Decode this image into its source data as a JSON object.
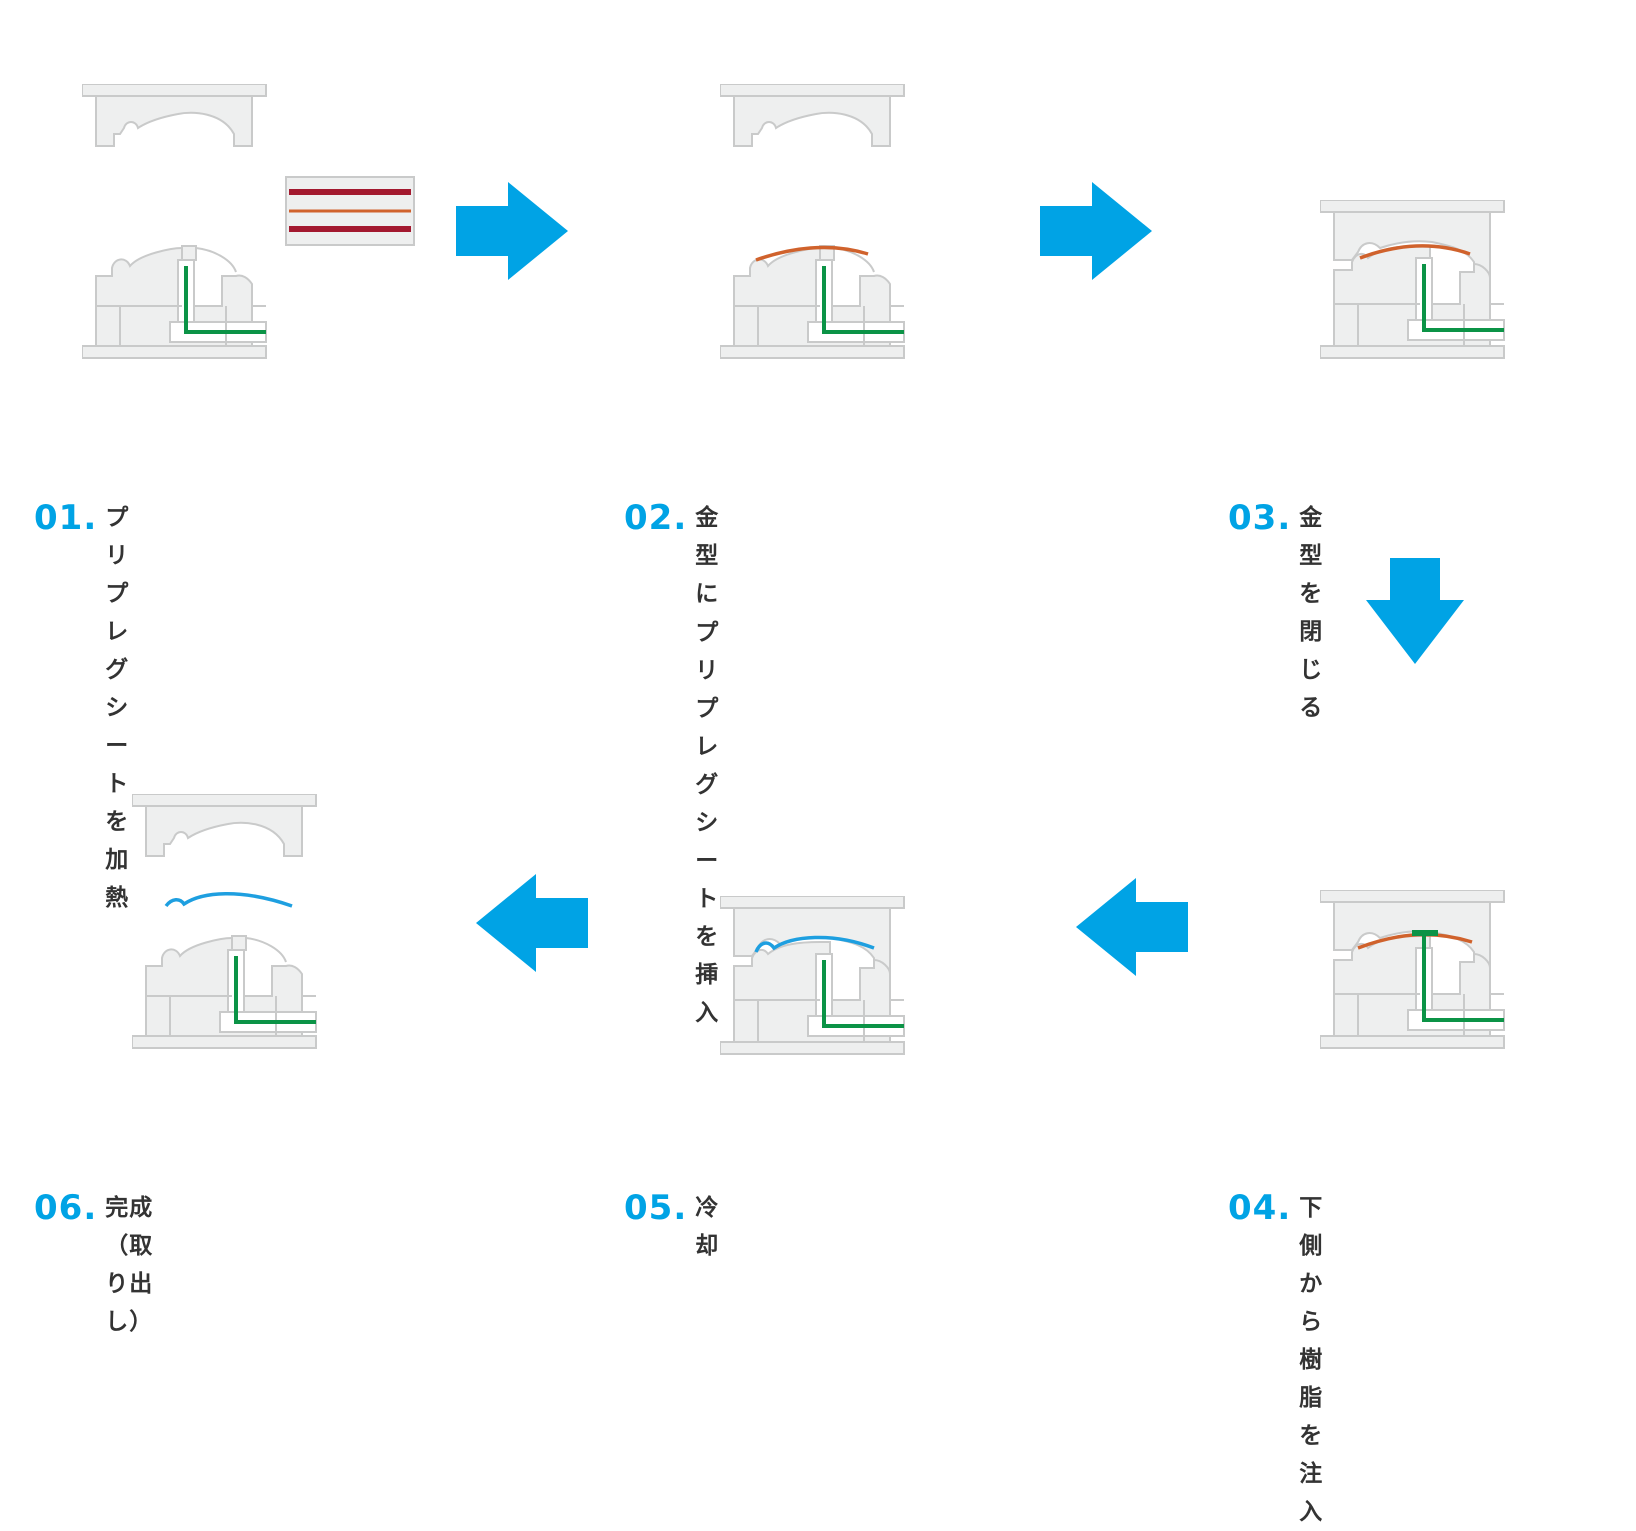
{
  "colors": {
    "accent": "#00a3e5",
    "mold_fill": "#eeefef",
    "mold_stroke": "#c9caca",
    "prepreg_dark": "#a3192f",
    "prepreg_light": "#d0622c",
    "resin_channel": "#0b9346",
    "cooled_part": "#1e9fe0",
    "text": "#333333"
  },
  "steps": [
    {
      "num": "01.",
      "text": [
        "プリプレグシートを加熱"
      ]
    },
    {
      "num": "02.",
      "text": [
        "金型に",
        "プリプレグシートを挿入"
      ]
    },
    {
      "num": "03.",
      "text": [
        "金型を閉じる"
      ]
    },
    {
      "num": "04.",
      "text": [
        "下側から樹脂を注入"
      ]
    },
    {
      "num": "05.",
      "text": [
        "冷却"
      ]
    },
    {
      "num": "06.",
      "text": [
        "完成（取り出し）"
      ]
    }
  ],
  "arrows": [
    "arrow-right-icon",
    "arrow-right-icon",
    "arrow-down-icon",
    "arrow-left-icon",
    "arrow-left-icon"
  ]
}
